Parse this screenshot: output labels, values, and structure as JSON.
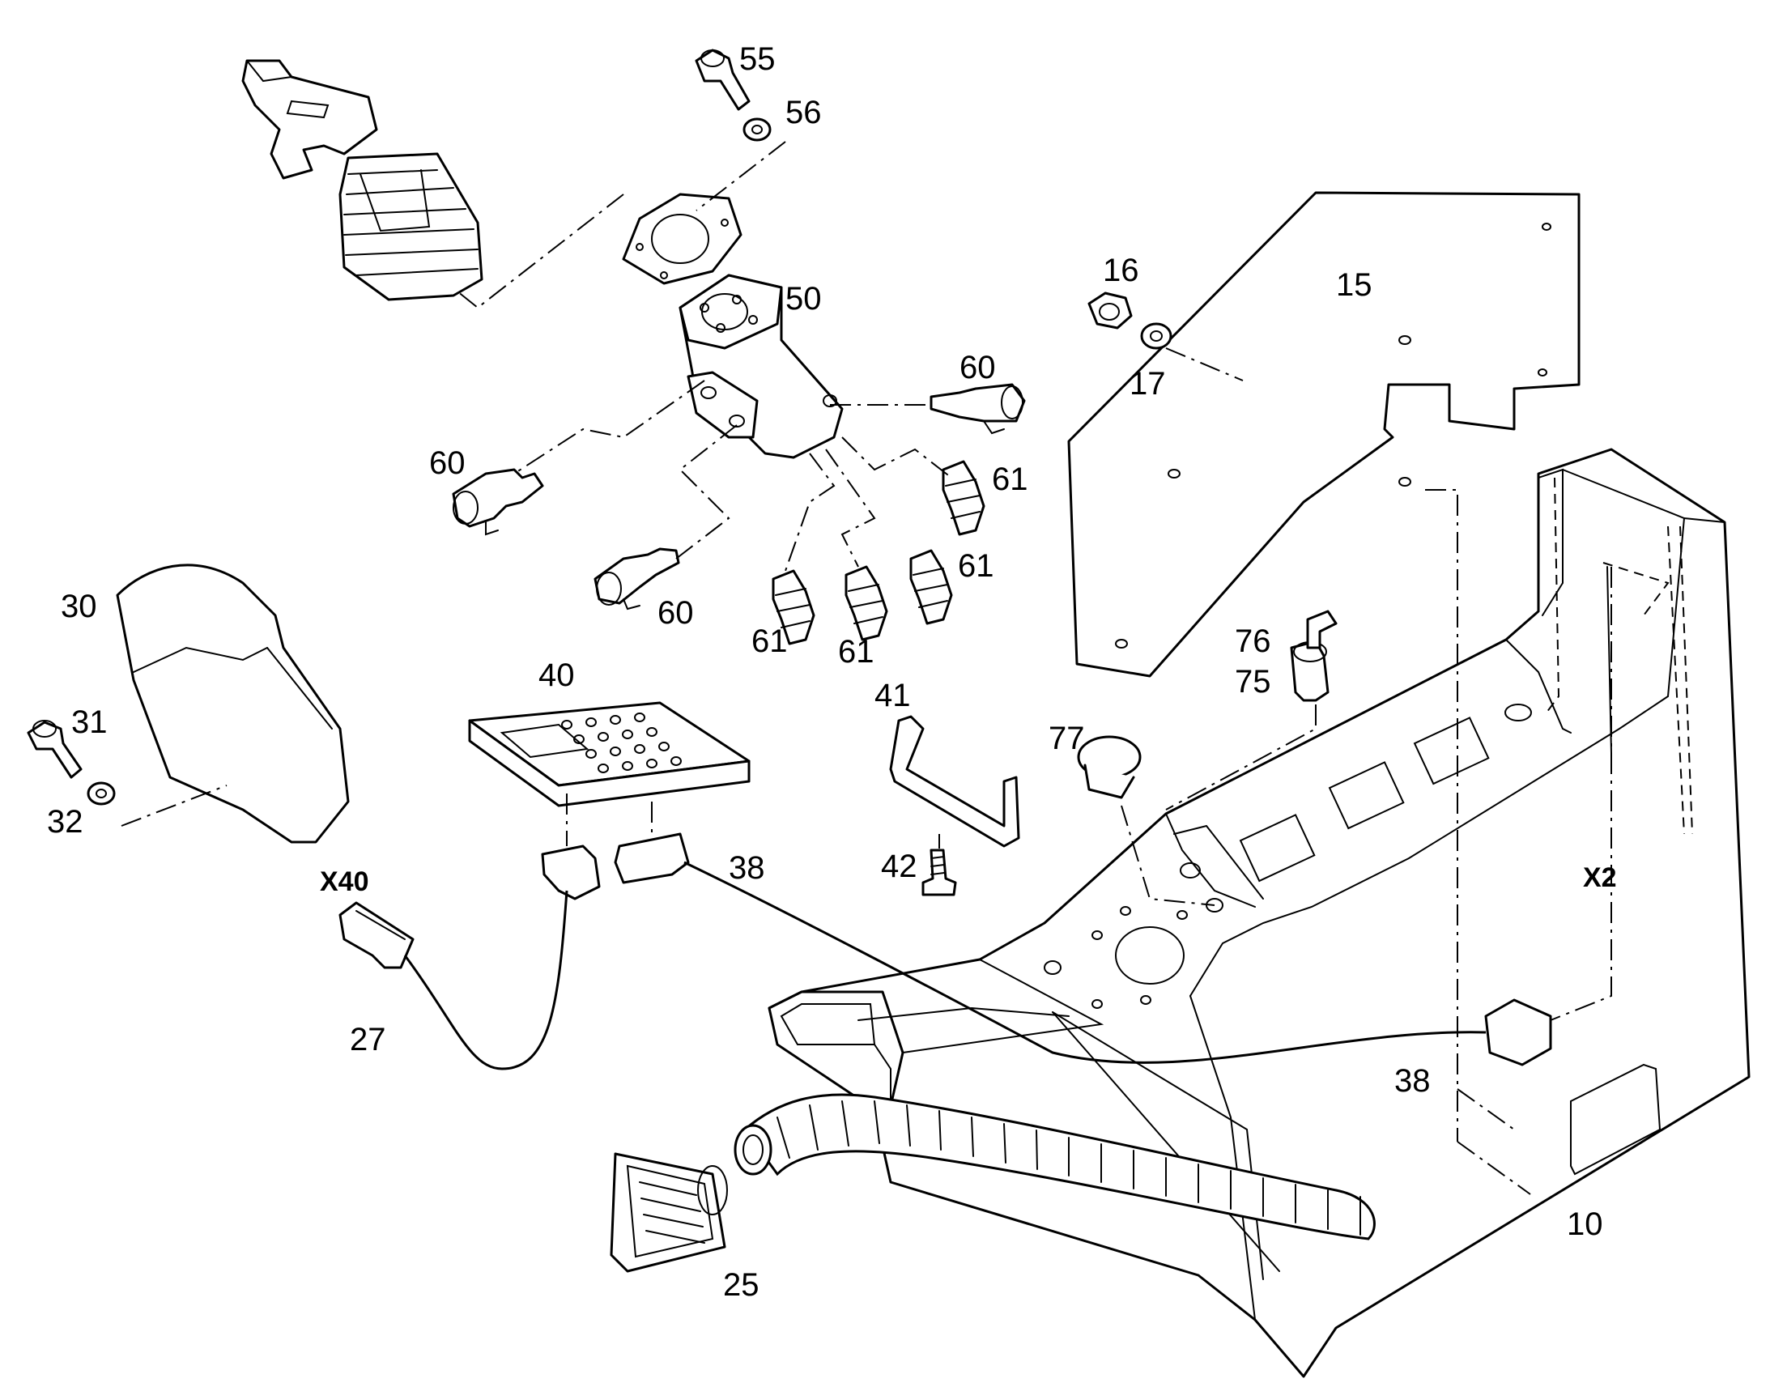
{
  "callouts": {
    "c55": "55",
    "c56": "56",
    "c50": "50",
    "c16": "16",
    "c15": "15",
    "c17": "17",
    "c60a": "60",
    "c60b": "60",
    "c61a": "61",
    "c61b": "61",
    "c60c": "60",
    "c61c": "61",
    "c61d": "61",
    "c30": "30",
    "c40": "40",
    "c41": "41",
    "c76": "76",
    "c75": "75",
    "c31": "31",
    "c77": "77",
    "c32": "32",
    "c38a": "38",
    "c42": "42",
    "x40": "X40",
    "x2": "X2",
    "c27": "27",
    "c38b": "38",
    "c10": "10",
    "c25": "25"
  },
  "colors": {
    "ink": "#000000",
    "paper": "#ffffff"
  }
}
